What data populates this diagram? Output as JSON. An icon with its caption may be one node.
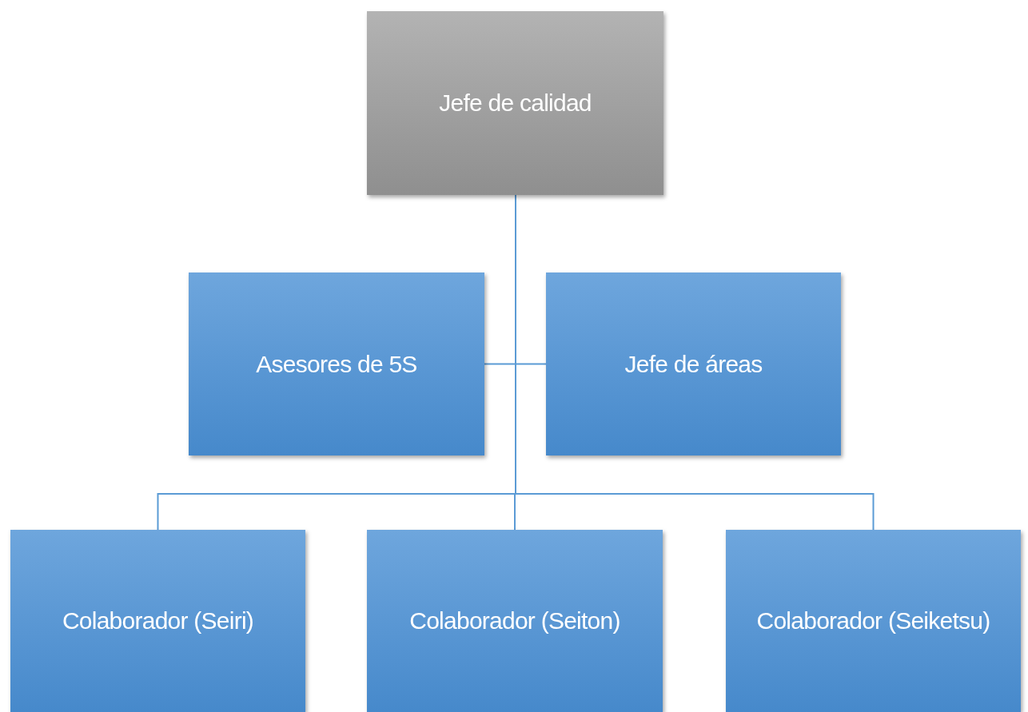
{
  "diagram": {
    "nodes": [
      {
        "text": [
          "Jefe de calidad"
        ]
      },
      {
        "text": [
          "Asesores de 5S"
        ]
      },
      {
        "text": [
          "Jefe de áreas"
        ]
      },
      {
        "text": [
          "Colaborador (Seiri)"
        ]
      },
      {
        "text": [
          "Colaborador (Seiton)"
        ]
      },
      {
        "text": [
          "Colaborador (Seiketsu)"
        ]
      }
    ],
    "edges": [
      {
        "from": 0,
        "to": 1,
        "arrow": "none"
      },
      {
        "from": 0,
        "to": 2,
        "arrow": "none"
      },
      {
        "from": 0,
        "to": 3,
        "arrow": "none"
      },
      {
        "from": 0,
        "to": 4,
        "arrow": "none"
      },
      {
        "from": 0,
        "to": 5,
        "arrow": "none"
      }
    ]
  }
}
